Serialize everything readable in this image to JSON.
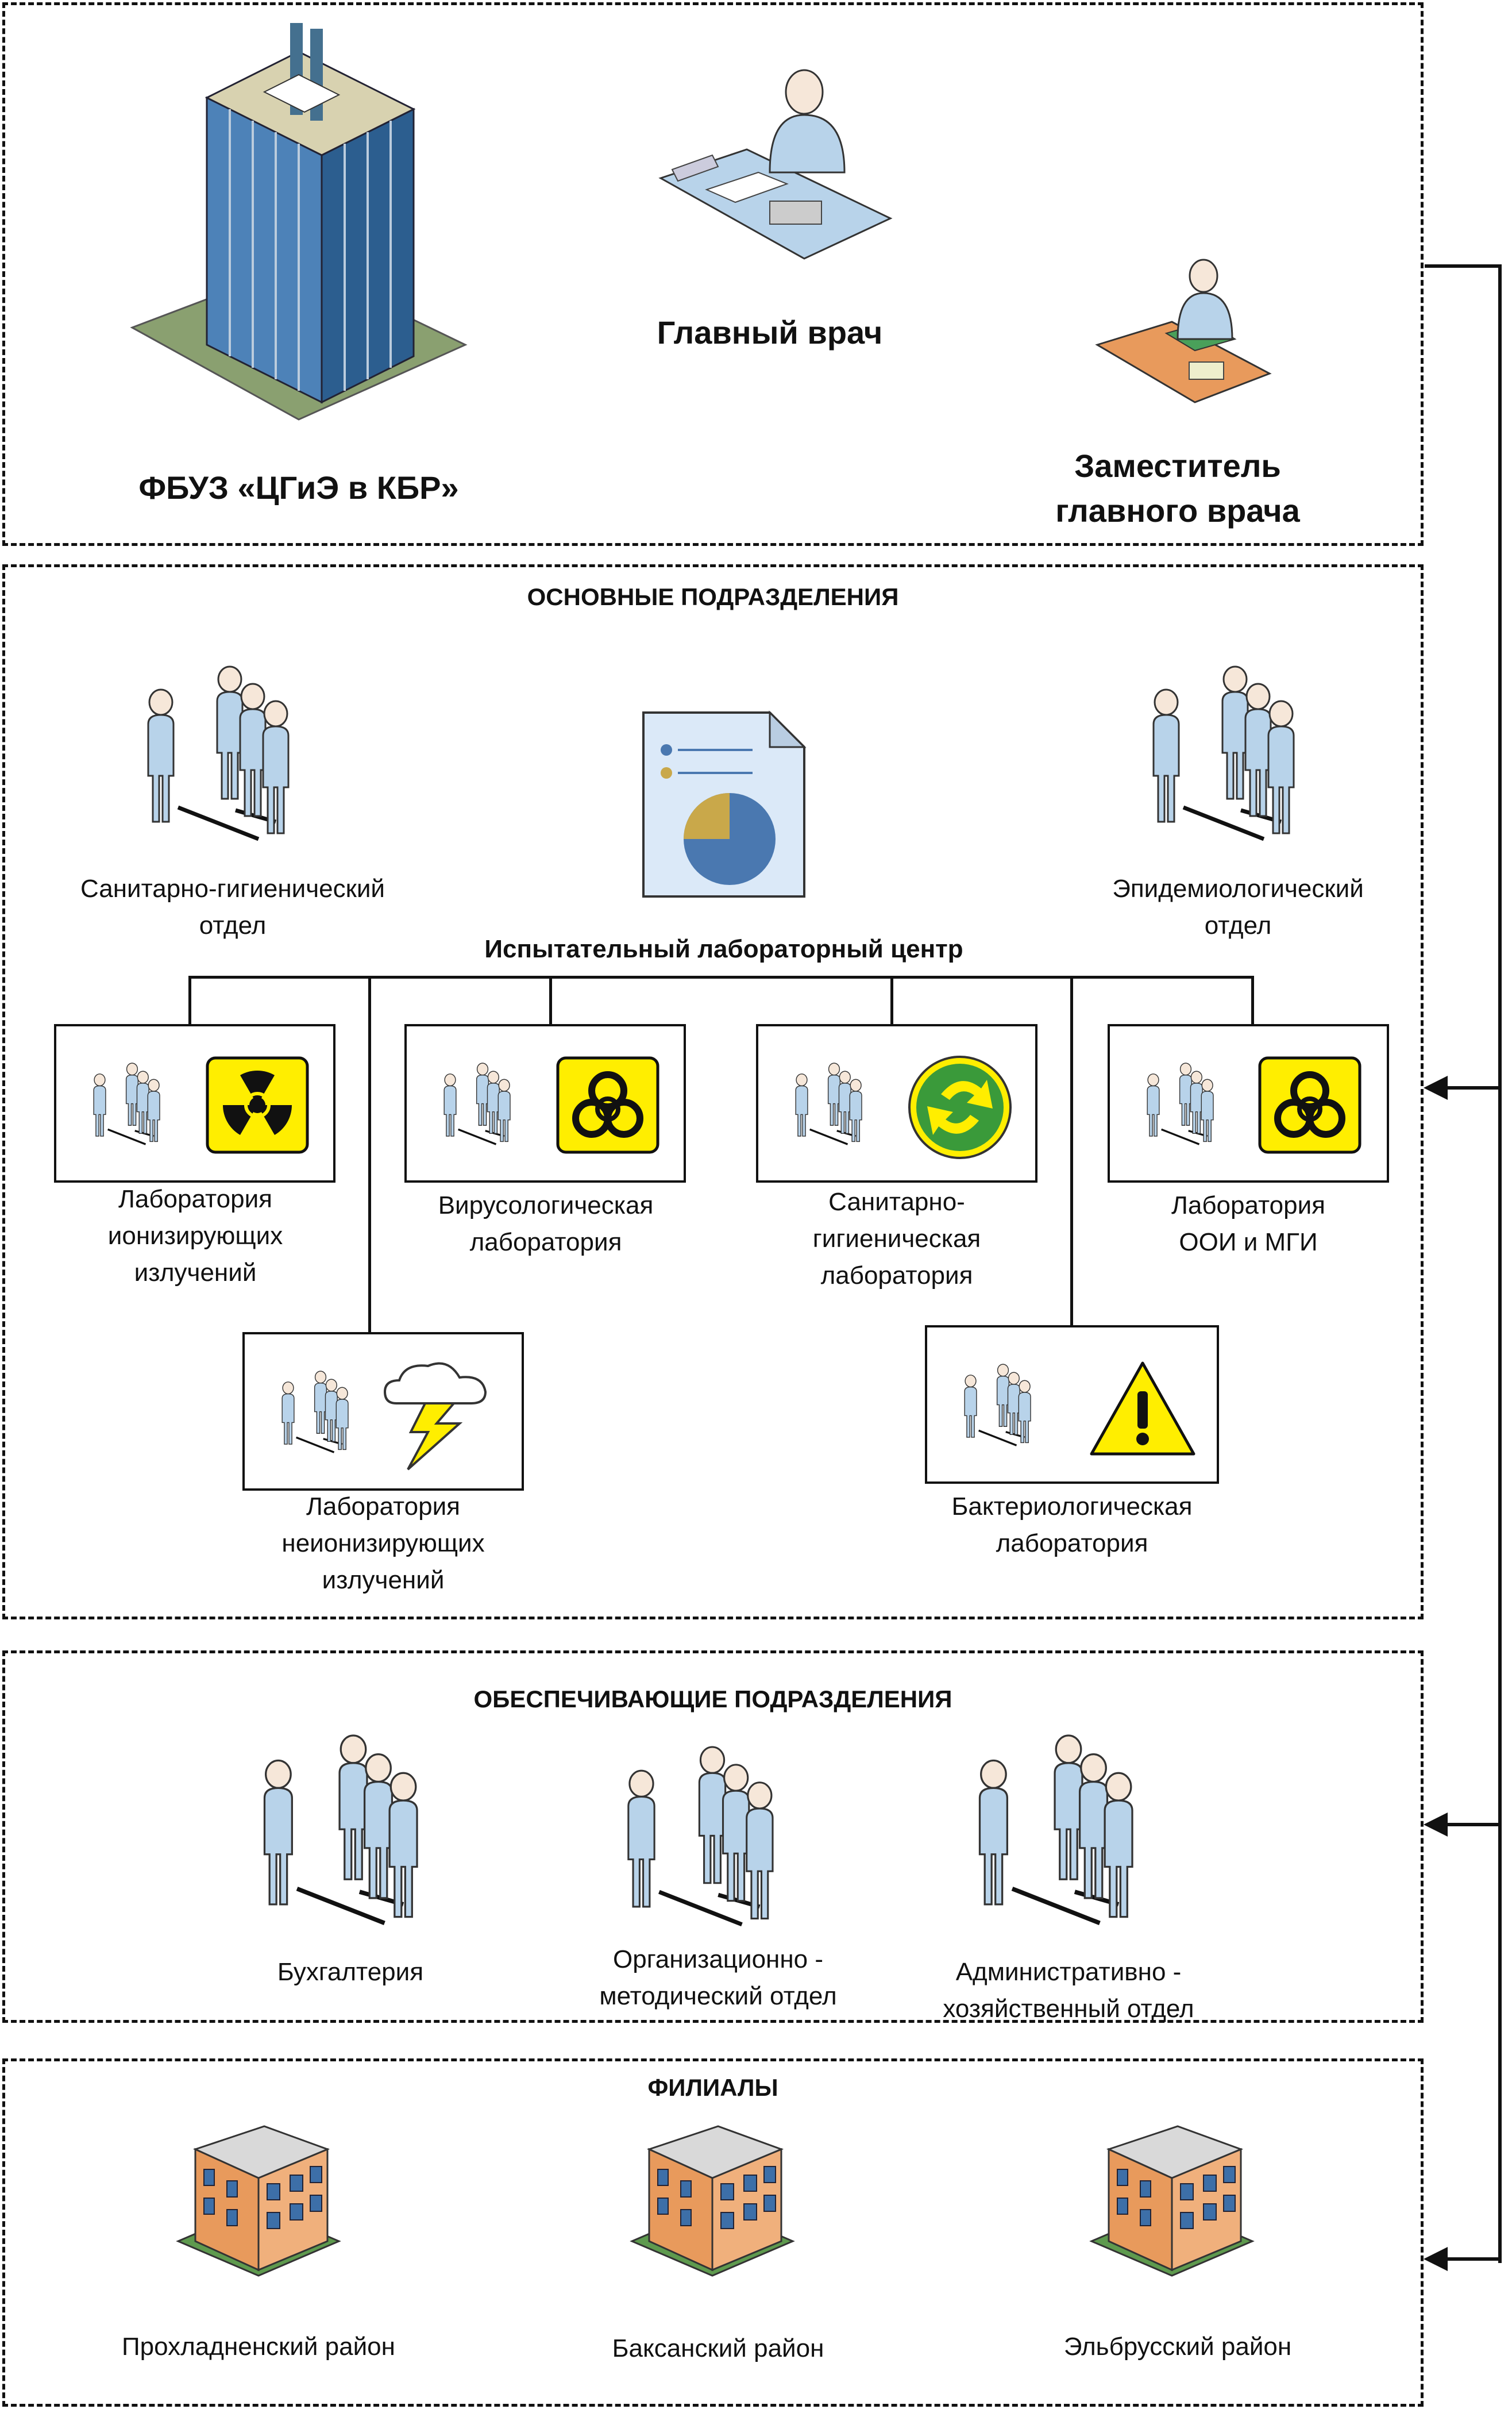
{
  "header": {
    "org_name": "ФБУЗ «ЦГиЭ в КБР»",
    "chief": "Главный врач",
    "deputy_line1": "Заместитель",
    "deputy_line2": "главного врача"
  },
  "main": {
    "title": "ОСНОВНЫЕ ПОДРАЗДЕЛЕНИЯ",
    "sanitary_dept_line1": "Санитарно-гигиенический",
    "sanitary_dept_line2": "отдел",
    "epidem_dept_line1": "Эпидемиологический",
    "epidem_dept_line2": "отдел",
    "lab_center": "Испытательный лабораторный центр",
    "labs": [
      {
        "line1": "Лаборатория",
        "line2": "ионизирующих",
        "line3": "излучений",
        "icon": "radiation-icon"
      },
      {
        "line1": "Вирусологическая",
        "line2": "лаборатория",
        "line3": "",
        "icon": "biohazard-icon"
      },
      {
        "line1": "Санитарно-",
        "line2": "гигиеническая",
        "line3": "лаборатория",
        "icon": "recycle-icon"
      },
      {
        "line1": "Лаборатория",
        "line2": "ООИ и МГИ",
        "line3": "",
        "icon": "biohazard-icon"
      },
      {
        "line1": "Лаборатория",
        "line2": "неионизирующих",
        "line3": "излучений",
        "icon": "storm-icon"
      },
      {
        "line1": "Бактериологическая",
        "line2": "лаборатория",
        "line3": "",
        "icon": "warning-icon"
      }
    ]
  },
  "support": {
    "title": "ОБЕСПЕЧИВАЮЩИЕ ПОДРАЗДЕЛЕНИЯ",
    "units": [
      {
        "line1": "Бухгалтерия",
        "line2": ""
      },
      {
        "line1": "Организационно -",
        "line2": "методический отдел"
      },
      {
        "line1": "Административно -",
        "line2": "хозяйственный отдел"
      }
    ]
  },
  "branches": {
    "title": "ФИЛИАЛЫ",
    "items": [
      "Прохладненский район",
      "Баксанский район",
      "Эльбрусский район"
    ]
  },
  "colors": {
    "person": "#b8d3ea",
    "yellow": "#ffee00",
    "building": "#e89a5c"
  }
}
